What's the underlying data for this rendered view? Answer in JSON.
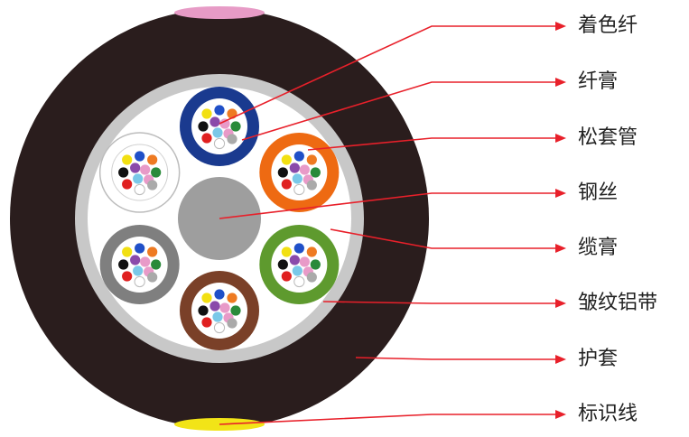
{
  "labels": {
    "colored_fiber": "着色纤",
    "fiber_gel": "纤膏",
    "loose_tube": "松套管",
    "steel_wire": "钢丝",
    "cable_gel": "缆膏",
    "corrugated_aluminum_tape": "皱纹铝带",
    "sheath": "护套",
    "marker_line": "标识线"
  },
  "colors": {
    "sheath": "#2a1d1d",
    "armor": "#c8c8c8",
    "cable_gel": "#ffffff",
    "steel_wire": "#9e9e9e",
    "leader_line": "#e8202a",
    "marker_top": "#e79bc6",
    "marker_bottom": "#f2e417",
    "tubes": [
      "#1a3a8f",
      "#ee6a12",
      "#5e9a2e",
      "#7a4028",
      "#7f7f7f",
      "#ffffff"
    ],
    "fibers": [
      "#2050c8",
      "#ee7a22",
      "#2a8a3a",
      "#8a4a2a",
      "#aaaaaa",
      "#ffffff",
      "#e02020",
      "#111111",
      "#f2e012",
      "#8a4aaa",
      "#e89ac8",
      "#7ac8e8"
    ]
  }
}
